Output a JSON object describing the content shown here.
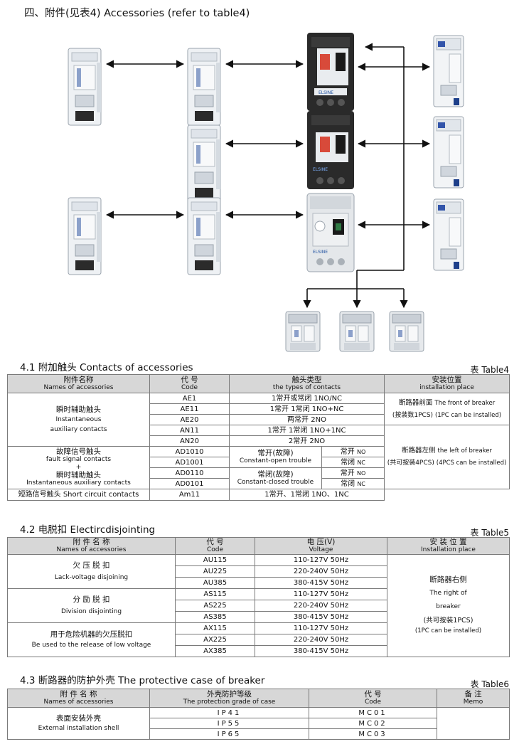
{
  "page_title": "四、附件(见表4)  Accessories (refer to table4)",
  "breakers": [
    {
      "brand": "ELSINE"
    },
    {
      "brand": "ELSINE"
    },
    {
      "brand": "ELSINE"
    }
  ],
  "section1": {
    "title": "4.1 附加触头 Contacts of accessories",
    "tag": "表 Table4",
    "headers": {
      "name_cn": "附件名称",
      "name_en": "Names of accessories",
      "code_cn": "代  号",
      "code_en": "Code",
      "type_cn": "触头类型",
      "type_en": "the types of contacts",
      "place_cn": "安装位置",
      "place_en": "installation place"
    },
    "group1": {
      "name_cn": "瞬时辅助触头",
      "name_en1": "Instantaneous",
      "name_en2": "auxiliary contacts",
      "rows": [
        {
          "code": "AE1",
          "type": "1常开或常闭 1NO/NC"
        },
        {
          "code": "AE11",
          "type": "1常开 1常闭 1NO+NC"
        },
        {
          "code": "AE20",
          "type": "两常开 2NO"
        },
        {
          "code": "AN11",
          "type": "1常开 1常闭 1NO+1NC"
        },
        {
          "code": "AN20",
          "type": "2常开 2NO"
        }
      ],
      "place1_cn": "断路器前面",
      "place1_en": "The front of breaker",
      "place1_cn2": "(按装数1PCS)",
      "place1_en2": "(1PC can be installed)"
    },
    "group2": {
      "name_cn1": "故障信号触头",
      "name_en1": "fault signal contacts",
      "plus": "+",
      "name_cn2": "瞬时辅助触头",
      "name_en2": "Instantaneous  auxiliary contacts",
      "rows": [
        "AD1010",
        "AD1001",
        "AD0110",
        "AD0101"
      ],
      "open_cn": "常开(故障)",
      "open_en": "Constant-open trouble",
      "closed_cn": "常闭(故障)",
      "closed_en": "Constant-closed trouble",
      "sub": [
        {
          "cn": "常开",
          "en": "NO"
        },
        {
          "cn": "常闭",
          "en": "NC"
        },
        {
          "cn": "常开",
          "en": "NO"
        },
        {
          "cn": "常闭",
          "en": "NC"
        }
      ],
      "place2_cn": "断路器左侧",
      "place2_en": "the left of breaker",
      "place2_cn2": "(共可按装4PCS)",
      "place2_en2": "(4PCS can be installed)"
    },
    "group3": {
      "name": "短路信号触头 Short circuit contacts",
      "code": "Am11",
      "type": "1常开、1常闭 1NO、1NC"
    }
  },
  "section2": {
    "title": "4.2 电脱扣 Electircdisjointing",
    "tag": "表 Table5",
    "headers": {
      "name_cn": "附 件 名 称",
      "name_en": "Names of accessories",
      "code_cn": "代    号",
      "code_en": "Code",
      "volt_cn": "电 压(V)",
      "volt_en": "Voltage",
      "place_cn": "安 装 位 置",
      "place_en": "Installation place"
    },
    "groups": [
      {
        "cn": "欠 压 脱 扣",
        "en": "Lack-voltage disjoining",
        "rows": [
          [
            "AU115",
            "110-127V  50Hz"
          ],
          [
            "AU225",
            "220-240V  50Hz"
          ],
          [
            "AU385",
            "380-415V  50Hz"
          ]
        ]
      },
      {
        "cn": "分 励 脱 扣",
        "en": "Division disjointing",
        "rows": [
          [
            "AS115",
            "110-127V  50Hz"
          ],
          [
            "AS225",
            "220-240V  50Hz"
          ],
          [
            "AS385",
            "380-415V  50Hz"
          ]
        ]
      },
      {
        "cn": "用于危险机器的欠压脱扣",
        "en": "Be used to the release of  low voltage",
        "rows": [
          [
            "AX115",
            "110-127V  50Hz"
          ],
          [
            "AX225",
            "220-240V  50Hz"
          ],
          [
            "AX385",
            "380-415V  50Hz"
          ]
        ]
      }
    ],
    "place": [
      "断路器右侧",
      "The right of",
      "breaker",
      "(共可按装1PCS)",
      "(1PC can be installed)"
    ]
  },
  "section3": {
    "title": "4.3 断路器的防护外壳  The protective case of breaker",
    "tag": "表 Table6",
    "headers": {
      "name_cn": "附 件 名 称",
      "name_en": "Names of accessories",
      "grade_cn": "外壳防护等级",
      "grade_en": "The protection grade of case",
      "code_cn": "代   号",
      "code_en": "Code",
      "memo_cn": "备   注",
      "memo_en": "Memo"
    },
    "name_cn": "表面安装外壳",
    "name_en": "External installation shell",
    "rows": [
      [
        "IP41",
        "MC01"
      ],
      [
        "IP55",
        "MC02"
      ],
      [
        "IP65",
        "MC03"
      ]
    ]
  }
}
